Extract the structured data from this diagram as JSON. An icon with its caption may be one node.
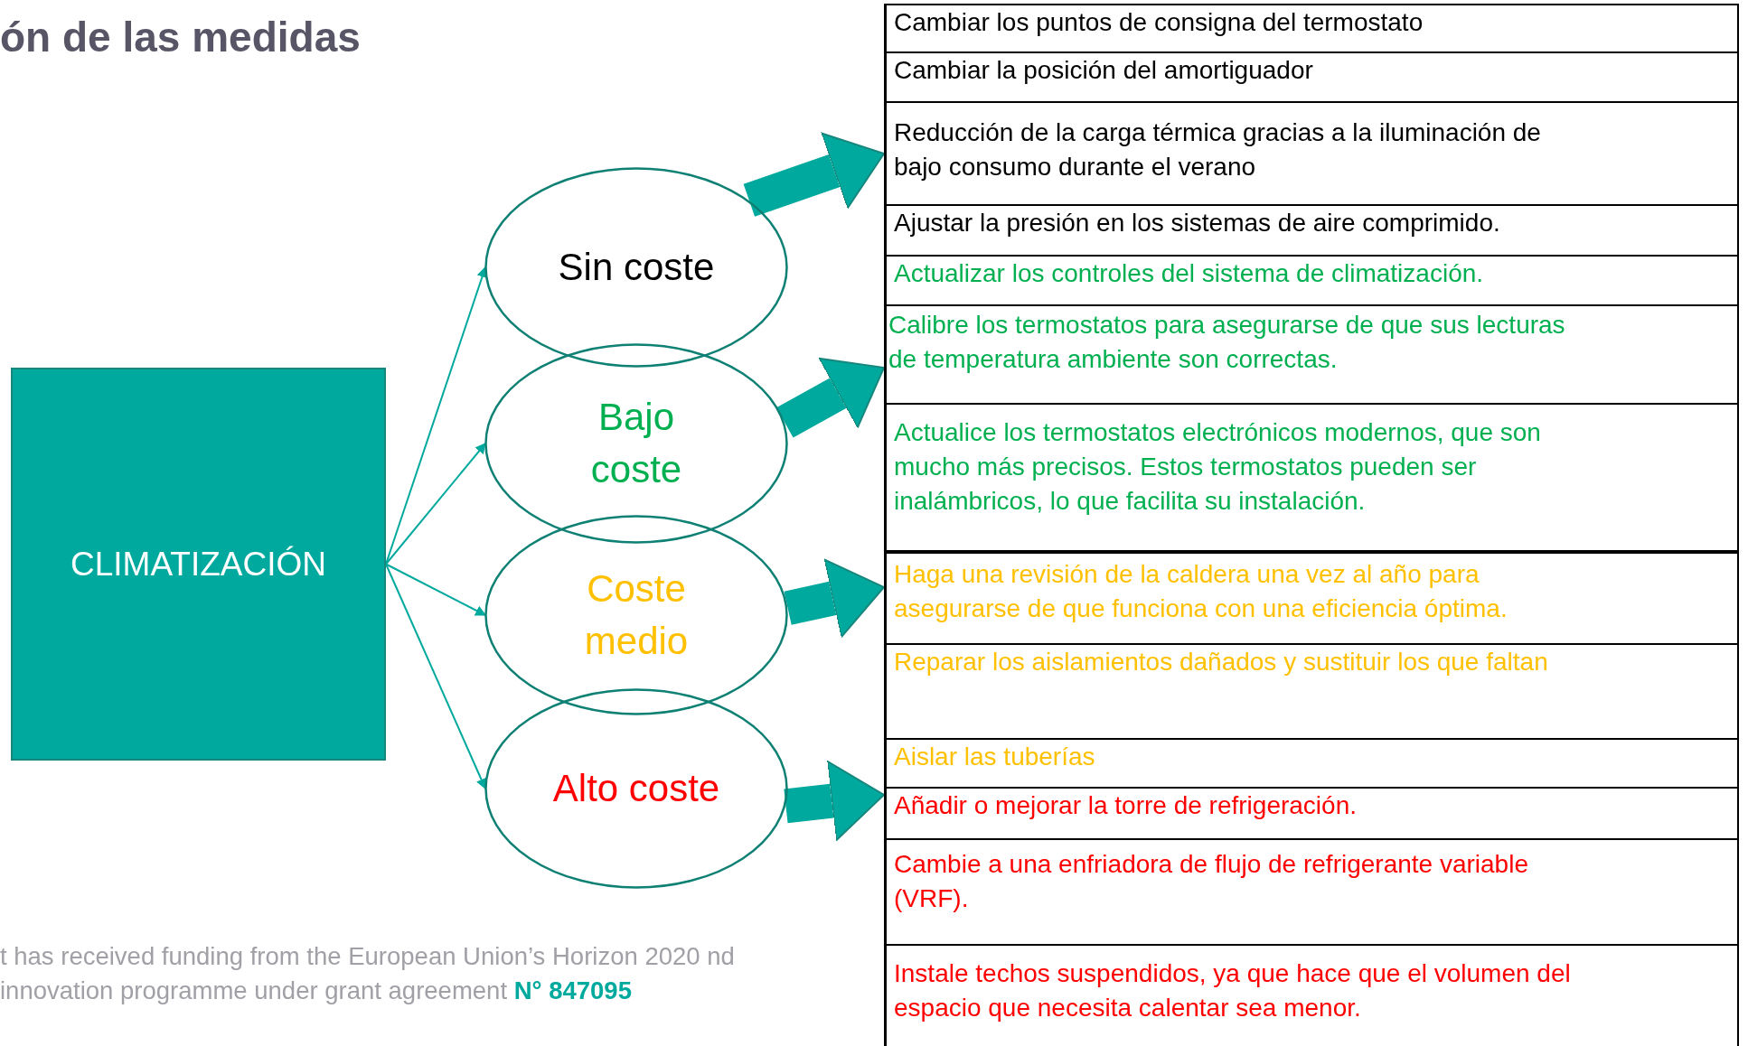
{
  "diagram": {
    "title": "ón de las medidas",
    "nodes": [
      {
        "text": [
          "CLIMATIZACIÓN"
        ]
      },
      {
        "text": [
          "Sin coste"
        ]
      },
      {
        "text": [
          "Bajo coste"
        ]
      },
      {
        "text": [
          "Coste medio"
        ]
      },
      {
        "text": [
          "Alto coste"
        ]
      },
      {
        "text": [
          "Cambiar los puntos de consigna del termostato"
        ]
      },
      {
        "text": [
          "Cambiar la posición del amortiguador"
        ]
      },
      {
        "text": [
          "Reducción de la carga térmica gracias a la iluminación de bajo consumo durante el verano"
        ]
      },
      {
        "text": [
          "Ajustar la presión en los sistemas de aire comprimido."
        ]
      },
      {
        "text": [
          "Actualizar los controles del sistema de climatización."
        ]
      },
      {
        "text": [
          "Calibre los termostatos para asegurarse de que sus lecturas de temperatura ambiente son correctas."
        ]
      },
      {
        "text": [
          "Actualice los termostatos electrónicos modernos, que son mucho más precisos. Estos termostatos pueden ser inalámbricos, lo que facilita su instalación."
        ]
      },
      {
        "text": [
          "Haga una revisión de la caldera una vez al año para asegurarse de que funciona con una eficiencia óptima."
        ]
      },
      {
        "text": [
          "Reparar los aislamientos dañados y sustituir los que faltan"
        ]
      },
      {
        "text": [
          "Aislar las tuberías"
        ]
      },
      {
        "text": [
          "Añadir o mejorar la torre de refrigeración."
        ]
      },
      {
        "text": [
          "Cambie a una enfriadora de flujo de refrigerante variable (VRF)."
        ]
      },
      {
        "text": [
          "Instale techos suspendidos, ya que hace que el volumen del espacio que necesita calentar sea menor."
        ]
      }
    ],
    "edges": [
      {
        "from": 0,
        "to": 1,
        "arrow": "to"
      },
      {
        "from": 0,
        "to": 2,
        "arrow": "to"
      },
      {
        "from": 0,
        "to": 3,
        "arrow": "to"
      },
      {
        "from": 0,
        "to": 4,
        "arrow": "to"
      },
      {
        "from": 1,
        "to": 7,
        "arrow": "to",
        "style": "thick"
      },
      {
        "from": 2,
        "to": 10,
        "arrow": "to",
        "style": "thick"
      },
      {
        "from": 3,
        "to": 12,
        "arrow": "to",
        "style": "thick"
      },
      {
        "from": 4,
        "to": 15,
        "arrow": "to",
        "style": "thick"
      }
    ],
    "labels": [
      "t has received funding from the European Union’s Horizon 2020 nd innovation programme under grant agreement **N° 847095**"
    ]
  }
}
